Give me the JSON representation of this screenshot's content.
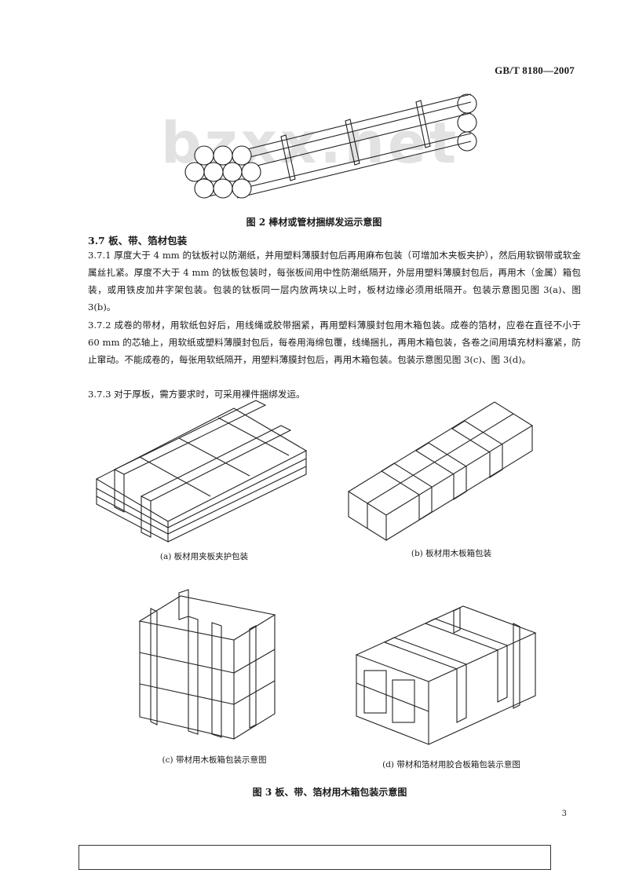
{
  "header": {
    "standard_number": "GB/T 8180—2007"
  },
  "watermark": "bzxx.net",
  "figure2": {
    "caption": "图 2   棒材或管材捆绑发运示意图"
  },
  "section": {
    "heading": "3.7   板、带、箔材包装",
    "paragraphs": [
      "3.7.1   厚度大于 4 mm 的钛板衬以防潮纸，并用塑料薄膜封包后再用麻布包装（可增加木夹板夹护），然后用软钢带或软金属丝扎紧。厚度不大于 4 mm 的钛板包装时，每张板间用中性防潮纸隔开，外层用塑料薄膜封包后，再用木（金属）箱包装，或用铁皮加井字架包装。包装的钛板同一层内放两块以上时，板材边缘必须用纸隔开。包装示意图见图 3(a)、图 3(b)。",
      "3.7.2   成卷的带材，用软纸包好后，用线绳或胶带捆紧，再用塑料薄膜封包用木箱包装。成卷的箔材，应卷在直径不小于 60 mm 的芯轴上，用软纸或塑料薄膜封包后，每卷用海绵包覆，线绳捆扎，再用木箱包装，各卷之间用填充材料塞紧，防止窜动。不能成卷的，每张用软纸隔开，用塑料薄膜封包后，再用木箱包装。包装示意图见图 3(c)、图 3(d)。",
      "3.7.3   对于厚板，需方要求时，可采用裸件捆绑发运。"
    ]
  },
  "figure3": {
    "subcaptions": {
      "a": "(a)  板材用夹板夹护包装",
      "b": "(b)  板材用木板箱包装",
      "c": "(c)  带材用木板箱包装示意图",
      "d": "(d)  带材和箔材用胶合板箱包装示意图"
    },
    "caption": "图 3   板、带、箔材用木箱包装示意图"
  },
  "footer": {
    "page_number": "3"
  }
}
